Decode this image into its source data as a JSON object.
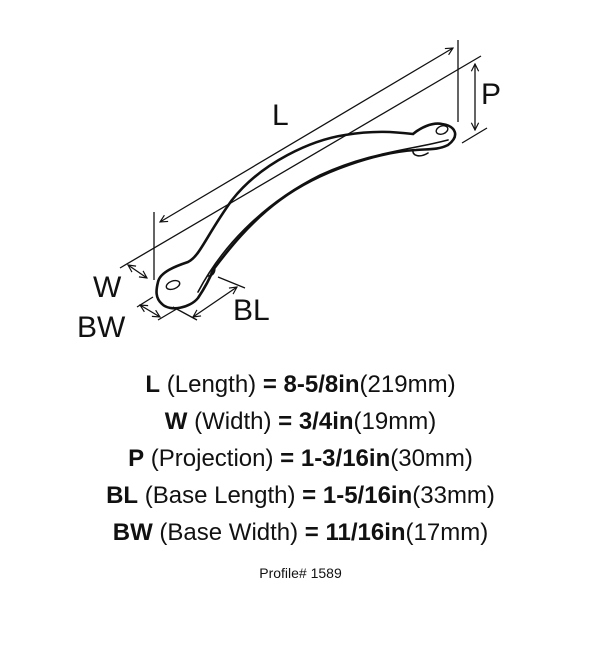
{
  "diagram": {
    "labels": {
      "L": "L",
      "P": "P",
      "W": "W",
      "BW": "BW",
      "BL": "BL"
    }
  },
  "specs": [
    {
      "abbr": "L",
      "name": "(Length)",
      "eq": "=",
      "imperial": "8-5/8in",
      "metric": "(219mm)"
    },
    {
      "abbr": "W",
      "name": "(Width)",
      "eq": "=",
      "imperial": "3/4in",
      "metric": "(19mm)"
    },
    {
      "abbr": "P",
      "name": "(Projection)",
      "eq": "=",
      "imperial": "1-3/16in",
      "metric": "(30mm)"
    },
    {
      "abbr": "BL",
      "name": "(Base Length)",
      "eq": "=",
      "imperial": "1-5/16in",
      "metric": "(33mm)"
    },
    {
      "abbr": "BW",
      "name": "(Base Width)",
      "eq": "=",
      "imperial": "11/16in",
      "metric": "(17mm)"
    }
  ],
  "profile": "Profile# 1589"
}
